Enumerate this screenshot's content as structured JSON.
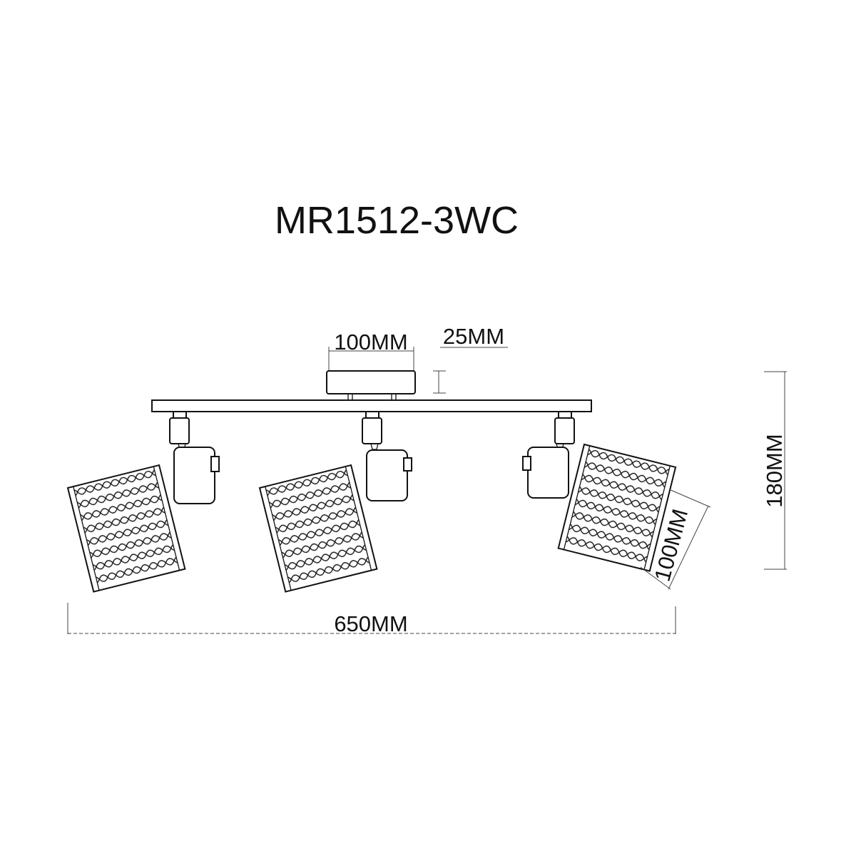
{
  "title": "MR1512-3WC",
  "dimensions": {
    "canopy_width": "100MM",
    "canopy_height": "25MM",
    "overall_height": "180MM",
    "shade_size": "100MM",
    "overall_width": "650MM"
  },
  "components": [
    "canopy",
    "mounting-bar",
    "spotlight-left",
    "spotlight-center",
    "spotlight-right"
  ],
  "colors": {
    "line": "#111111",
    "background": "#ffffff"
  }
}
